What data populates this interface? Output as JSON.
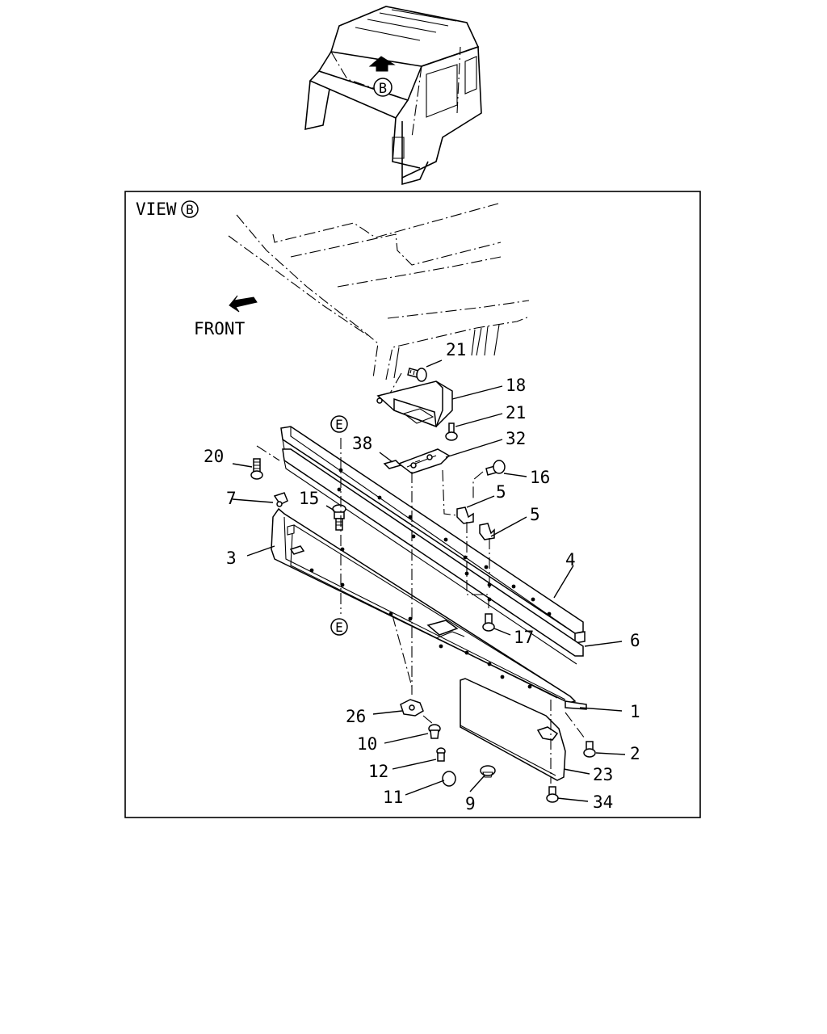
{
  "view_label": "VIEW",
  "view_marker": "B",
  "cab_marker": "B",
  "front_label": "FRONT",
  "section_marker": "E",
  "callouts": {
    "c1": "1",
    "c2": "2",
    "c3": "3",
    "c4": "4",
    "c5a": "5",
    "c5b": "5",
    "c6": "6",
    "c7": "7",
    "c9": "9",
    "c10": "10",
    "c11": "11",
    "c12": "12",
    "c15": "15",
    "c16": "16",
    "c17": "17",
    "c18": "18",
    "c20": "20",
    "c21a": "21",
    "c21b": "21",
    "c23": "23",
    "c26": "26",
    "c32": "32",
    "c34": "34",
    "c38": "38"
  }
}
